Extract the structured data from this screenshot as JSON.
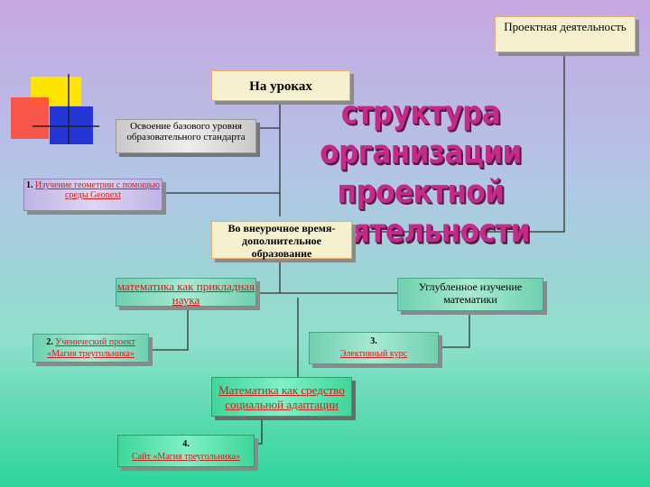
{
  "nodes": {
    "project_activity": "Проектная деятельность",
    "lessons": "На уроках",
    "basic_level": "Освоение базового уровня образовательного стандарта",
    "geometry_num": "1.",
    "geometry_text": "Изучение геометрии с помощью среды Geonext",
    "extracurricular": "Во внеурочное время- дополнительное образование",
    "math_applied": "математика как прикладная наука",
    "advanced_study": "Углубленное изучение математики",
    "project_num": "2.",
    "project_text": "Ученический проект «Магия треугольника»",
    "elective_num": "3.",
    "elective_text": "Элективный курс",
    "social_adaptation": "Математика как средство социальной адаптации",
    "site_num": "4.",
    "site_text": "Сайт «Магия треугольника»"
  },
  "title": "структура организации проектной деятельности",
  "colors": {
    "title": "#c52a8a",
    "link": "#cc1f1f",
    "connector": "#333333"
  }
}
